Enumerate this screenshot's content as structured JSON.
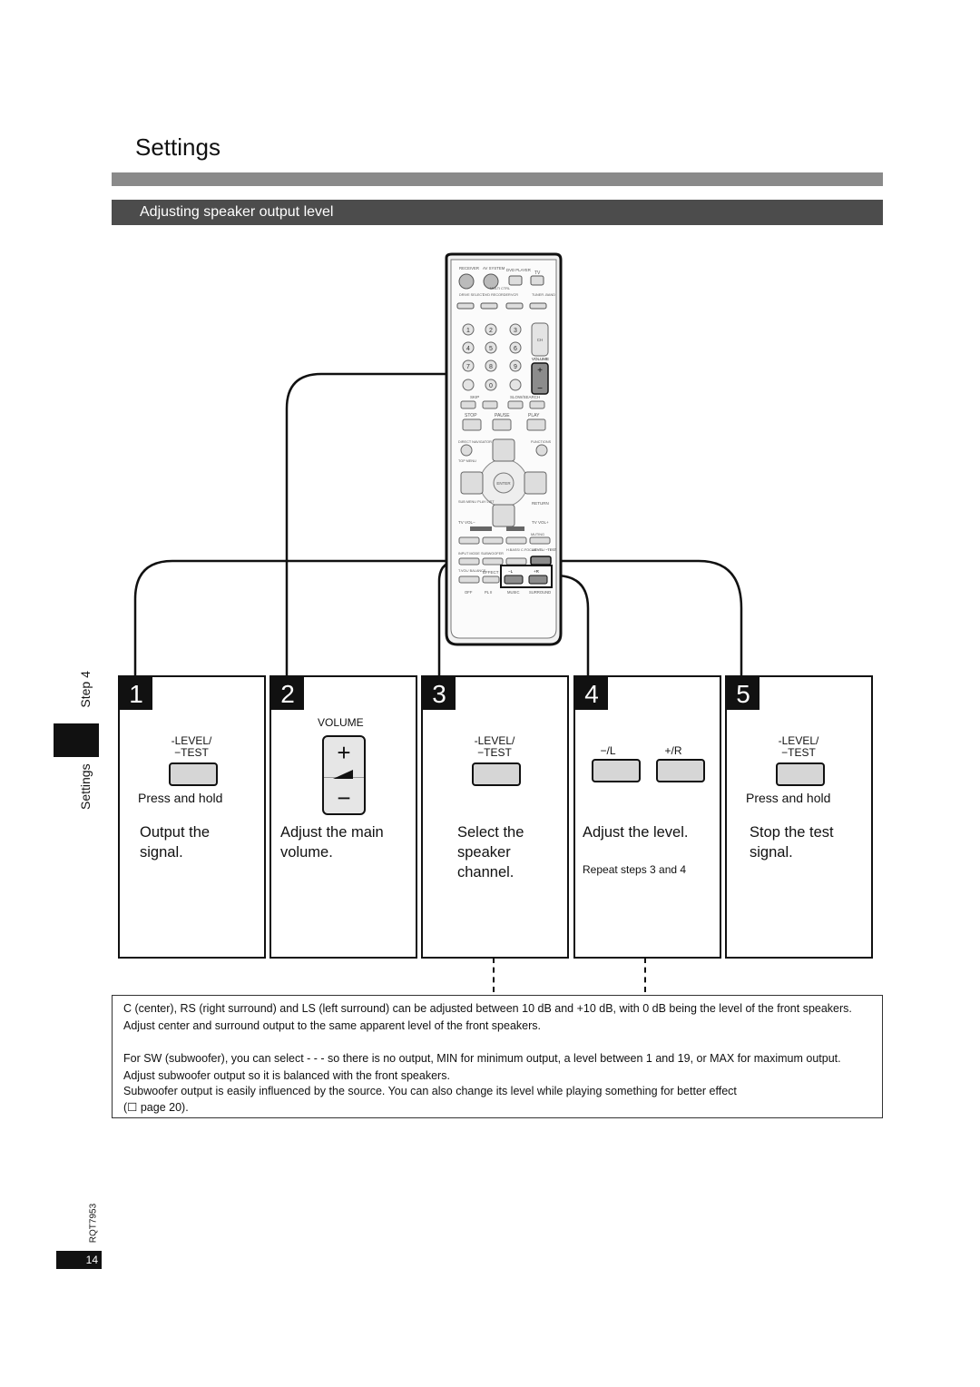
{
  "header": {
    "title": "Settings",
    "section": "Adjusting speaker output level"
  },
  "sidebar": {
    "label": "Settings",
    "step": "Step 4"
  },
  "remote": {
    "top_row": [
      "RECEIVER",
      "AV SYSTEM",
      "DVD PLAYER",
      "TV"
    ],
    "multi_control": "MULTI CTRL",
    "source_row": [
      "DRIVE SELECT",
      "DVD RECORDER",
      "VCR",
      "TUNER -BAND"
    ],
    "ch": "CH",
    "volume": "VOLUME",
    "transport_labels": [
      "SKIP",
      "SLOW/SEARCH"
    ],
    "play_labels": [
      "STOP",
      "PAUSE",
      "PLAY"
    ],
    "left_menu": [
      "DIRECT NAVIGATOR",
      "TOP MENU"
    ],
    "functions": "FUNCTIONS",
    "enter": "ENTER",
    "sub_menu": "SUB MENU PLAY LIST",
    "return": "RETURN",
    "tv_vol_minus": "TV VOL−",
    "tv_vol_plus": "TV VOL+",
    "muting": "MUTING",
    "level_test": "-LEVEL/ −TEST",
    "lower_labels": [
      "INPUT MODE",
      "SUBWOOFER",
      "H.BASS/ C.FOCUS"
    ],
    "effect_row": [
      "T.VOL/ BALANCE",
      "EFFECT",
      "−L",
      "+R"
    ],
    "bottom_row": [
      "OFF",
      "PL II",
      "MUSIC",
      "SURROUND"
    ],
    "number_keys": [
      "1",
      "2",
      "3",
      "4",
      "5",
      "6",
      "7",
      "8",
      "9",
      "0"
    ]
  },
  "steps": [
    {
      "number": "1",
      "button_label_1": "-LEVEL/",
      "button_label_2": "−TEST",
      "hold": "Press and hold",
      "description": "Output the\nsignal."
    },
    {
      "number": "2",
      "volume_label": "VOLUME",
      "plus": "+",
      "minus": "−",
      "description": "Adjust the main\nvolume."
    },
    {
      "number": "3",
      "button_label_1": "-LEVEL/",
      "button_label_2": "−TEST",
      "description": "Select the\nspeaker\nchannel."
    },
    {
      "number": "4",
      "left_label": "−/L",
      "right_label": "+/R",
      "description": "Adjust the level.",
      "note": "Repeat steps 3 and 4"
    },
    {
      "number": "5",
      "button_label_1": "-LEVEL/",
      "button_label_2": "−TEST",
      "hold": "Press and hold",
      "description": "Stop the test\nsignal."
    }
  ],
  "notes": {
    "p1": "C (center), RS (right surround) and LS (left surround) can be adjusted between  10 dB and +10 dB, with 0 dB being the level of the front speakers. Adjust center and surround output to the same apparent level of the front speakers.",
    "p2": "For SW (subwoofer), you can select  - - -  so there is no  output,  MIN  for minimum output, a level between 1 and 19, or  MAX   for maximum output. Adjust subwoofer output so it is balanced with the front speakers.",
    "p3": "Subwoofer output is easily influenced by the source. You can also change its level while playing something for better effect",
    "p4": "(☐  page 20)."
  },
  "footer": {
    "code": "RQT7953",
    "page": "14"
  }
}
